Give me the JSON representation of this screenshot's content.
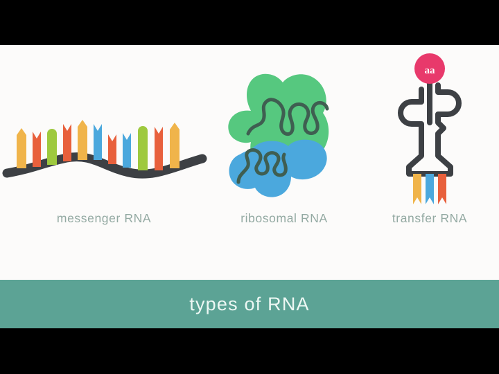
{
  "slide": {
    "background_color": "#fcfbfa",
    "letterbox_color": "#000000"
  },
  "banner": {
    "title": "types of RNA",
    "background_color": "#5ca395",
    "text_color": "#f2fbf8"
  },
  "panels": [
    {
      "id": "messenger-rna",
      "caption": "messenger RNA",
      "icon": "mrna-strand-icon",
      "description": "single wavy strand with colored nucleotide bases",
      "backbone_color": "#3d4044",
      "bases": [
        {
          "color": "#f0b44a",
          "top": "point"
        },
        {
          "color": "#e8603c",
          "top": "notch"
        },
        {
          "color": "#9ec93e",
          "top": "round"
        },
        {
          "color": "#e8603c",
          "top": "notch"
        },
        {
          "color": "#f0b44a",
          "top": "point"
        },
        {
          "color": "#4ba8dd",
          "top": "notch"
        },
        {
          "color": "#e8603c",
          "top": "notch"
        },
        {
          "color": "#4ba8dd",
          "top": "notch"
        },
        {
          "color": "#9ec93e",
          "top": "round"
        },
        {
          "color": "#e8603c",
          "top": "notch"
        },
        {
          "color": "#f0b44a",
          "top": "point"
        }
      ]
    },
    {
      "id": "ribosomal-rna",
      "caption": "ribosomal RNA",
      "icon": "ribosome-icon",
      "description": "green large subunit and blue small subunit with folded RNA strands",
      "large_subunit_color": "#56c87f",
      "small_subunit_color": "#4ba8dd",
      "strand_color": "#3f5e51"
    },
    {
      "id": "transfer-rna",
      "caption": "transfer RNA",
      "icon": "trna-cloverleaf-icon",
      "description": "cloverleaf outline carrying an amino acid with three anticodon bases",
      "outline_color": "#3d4044",
      "amino_acid_label": "aa",
      "amino_acid_color": "#e8396b",
      "anticodon_bases": [
        {
          "color": "#f0b44a"
        },
        {
          "color": "#4ba8dd"
        },
        {
          "color": "#e8603c"
        }
      ]
    }
  ],
  "caption_text_color": "#93a9a2"
}
